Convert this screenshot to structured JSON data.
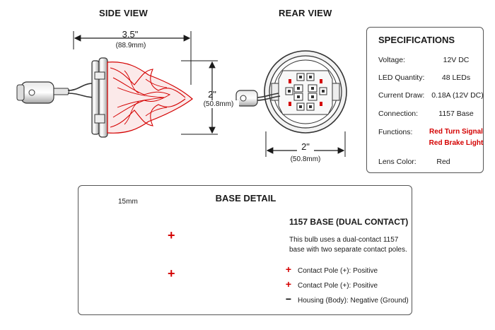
{
  "side_view": {
    "title": "SIDE VIEW",
    "length_in": "3.5\"",
    "length_mm": "(88.9mm)",
    "height_in": "2\"",
    "height_mm": "(50.8mm)"
  },
  "rear_view": {
    "title": "REAR VIEW",
    "width_in": "2\"",
    "width_mm": "(50.8mm)"
  },
  "specifications": {
    "title": "SPECIFICATIONS",
    "rows": [
      {
        "label": "Voltage:",
        "value": "12V DC"
      },
      {
        "label": "LED Quantity:",
        "value": "48 LEDs"
      },
      {
        "label": "Current Draw:",
        "value": "0.18A (12V DC)"
      },
      {
        "label": "Connection:",
        "value": "1157 Base"
      },
      {
        "label": "Functions:",
        "value": "Red Turn Signal",
        "value2": "Red Brake Light"
      },
      {
        "label": "Lens Color:",
        "value": "Red"
      }
    ]
  },
  "base_detail": {
    "title": "BASE DETAIL",
    "base_width": "15mm",
    "plus_symbol": "+",
    "minus_symbol": "−",
    "subtitle": "1157 BASE (DUAL CONTACT)",
    "description": "This bulb uses a dual-contact 1157 base with two separate contact poles.",
    "legend": [
      {
        "symbol": "+",
        "text": "Contact Pole (+): Positive"
      },
      {
        "symbol": "+",
        "text": "Contact Pole (+): Positive"
      },
      {
        "symbol": "−",
        "text": "Housing (Body): Negative (Ground)"
      }
    ]
  },
  "colors": {
    "led_red": "#d40000",
    "outline": "#333333"
  }
}
